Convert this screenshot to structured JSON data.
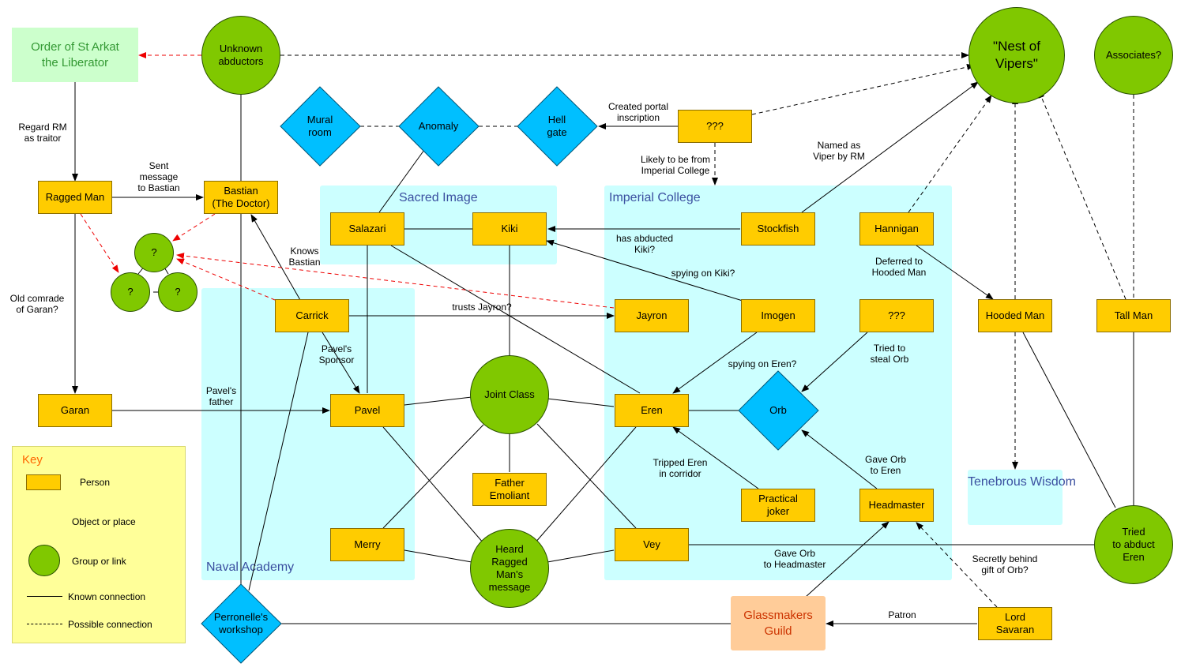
{
  "colors": {
    "person_fill": "#ffcc00",
    "group_fill": "#80c800",
    "object_fill": "#00bfff",
    "region_fill": "#ccffff",
    "order_fill": "#ccffcc",
    "order_text": "#339933",
    "guild_fill": "#ffcc99",
    "guild_text": "#cc3300",
    "key_fill": "#ffff99",
    "key_title": "#ff6600",
    "possible_red": "#ee0000"
  },
  "regions": {
    "sacred_image": "Sacred Image",
    "imperial_college": "Imperial College",
    "naval_academy": "Naval Academy",
    "tenebrous_wisdom": "Tenebrous\nWisdom"
  },
  "special": {
    "order": "Order of St Arkat\nthe Liberator",
    "guild": "Glassmakers\nGuild"
  },
  "persons": {
    "ragged_man": "Ragged Man",
    "bastian": "Bastian\n(The Doctor)",
    "garan": "Garan",
    "carrick": "Carrick",
    "pavel": "Pavel",
    "salazari": "Salazari",
    "kiki": "Kiki",
    "stockfish": "Stockfish",
    "hannigan": "Hannigan",
    "unknown_top": "???",
    "jayron": "Jayron",
    "imogen": "Imogen",
    "unknown_right": "???",
    "eren": "Eren",
    "father_emoliant": "Father\nEmoliant",
    "practical_joker": "Practical\njoker",
    "headmaster": "Headmaster",
    "merry": "Merry",
    "vey": "Vey",
    "hooded_man": "Hooded Man",
    "tall_man": "Tall Man",
    "lord_savaran": "Lord\nSavaran"
  },
  "groups": {
    "unknown_abductors": "Unknown\nabductors",
    "nest_of_vipers": "\"Nest of\nVipers\"",
    "associates": "Associates?",
    "q1": "?",
    "q2": "?",
    "q3": "?",
    "joint_class": "Joint Class",
    "heard_message": "Heard\nRagged\nMan's\nmessage",
    "tried_abduct": "Tried\nto abduct\nEren"
  },
  "objects": {
    "mural_room": "Mural\nroom",
    "anomaly": "Anomaly",
    "hell_gate": "Hell\ngate",
    "orb": "Orb",
    "perronelle": "Perronelle's\nworkshop"
  },
  "edge_labels": {
    "regard_rm": "Regard RM\nas traitor",
    "sent_message": "Sent\nmessage\nto Bastian",
    "old_comrade": "Old comrade\nof Garan?",
    "knows_bastian": "Knows\nBastian",
    "pavels_father": "Pavel's\nfather",
    "pavels_sponsor": "Pavel's\nSponsor",
    "trusts_jayron": "trusts Jayron?",
    "created_portal": "Created portal\ninscription",
    "likely_imperial": "Likely to be from\nImperial College",
    "named_viper": "Named as\nViper by RM",
    "has_abducted": "has abducted\nKiki?",
    "spying_kiki": "spying on Kiki?",
    "deferred": "Deferred to\nHooded Man",
    "spying_eren": "spying on Eren?",
    "tried_steal": "Tried to\nsteal Orb",
    "tripped_eren": "Tripped Eren\nin corridor",
    "gave_orb_eren": "Gave Orb\nto Eren",
    "gave_orb_head": "Gave Orb\nto Headmaster",
    "secretly_behind": "Secretly behind\ngift of Orb?",
    "patron": "Patron"
  },
  "key": {
    "title": "Key",
    "person": "Person",
    "object": "Object or place",
    "group": "Group or link",
    "known": "Known connection",
    "possible": "Possible connection"
  }
}
